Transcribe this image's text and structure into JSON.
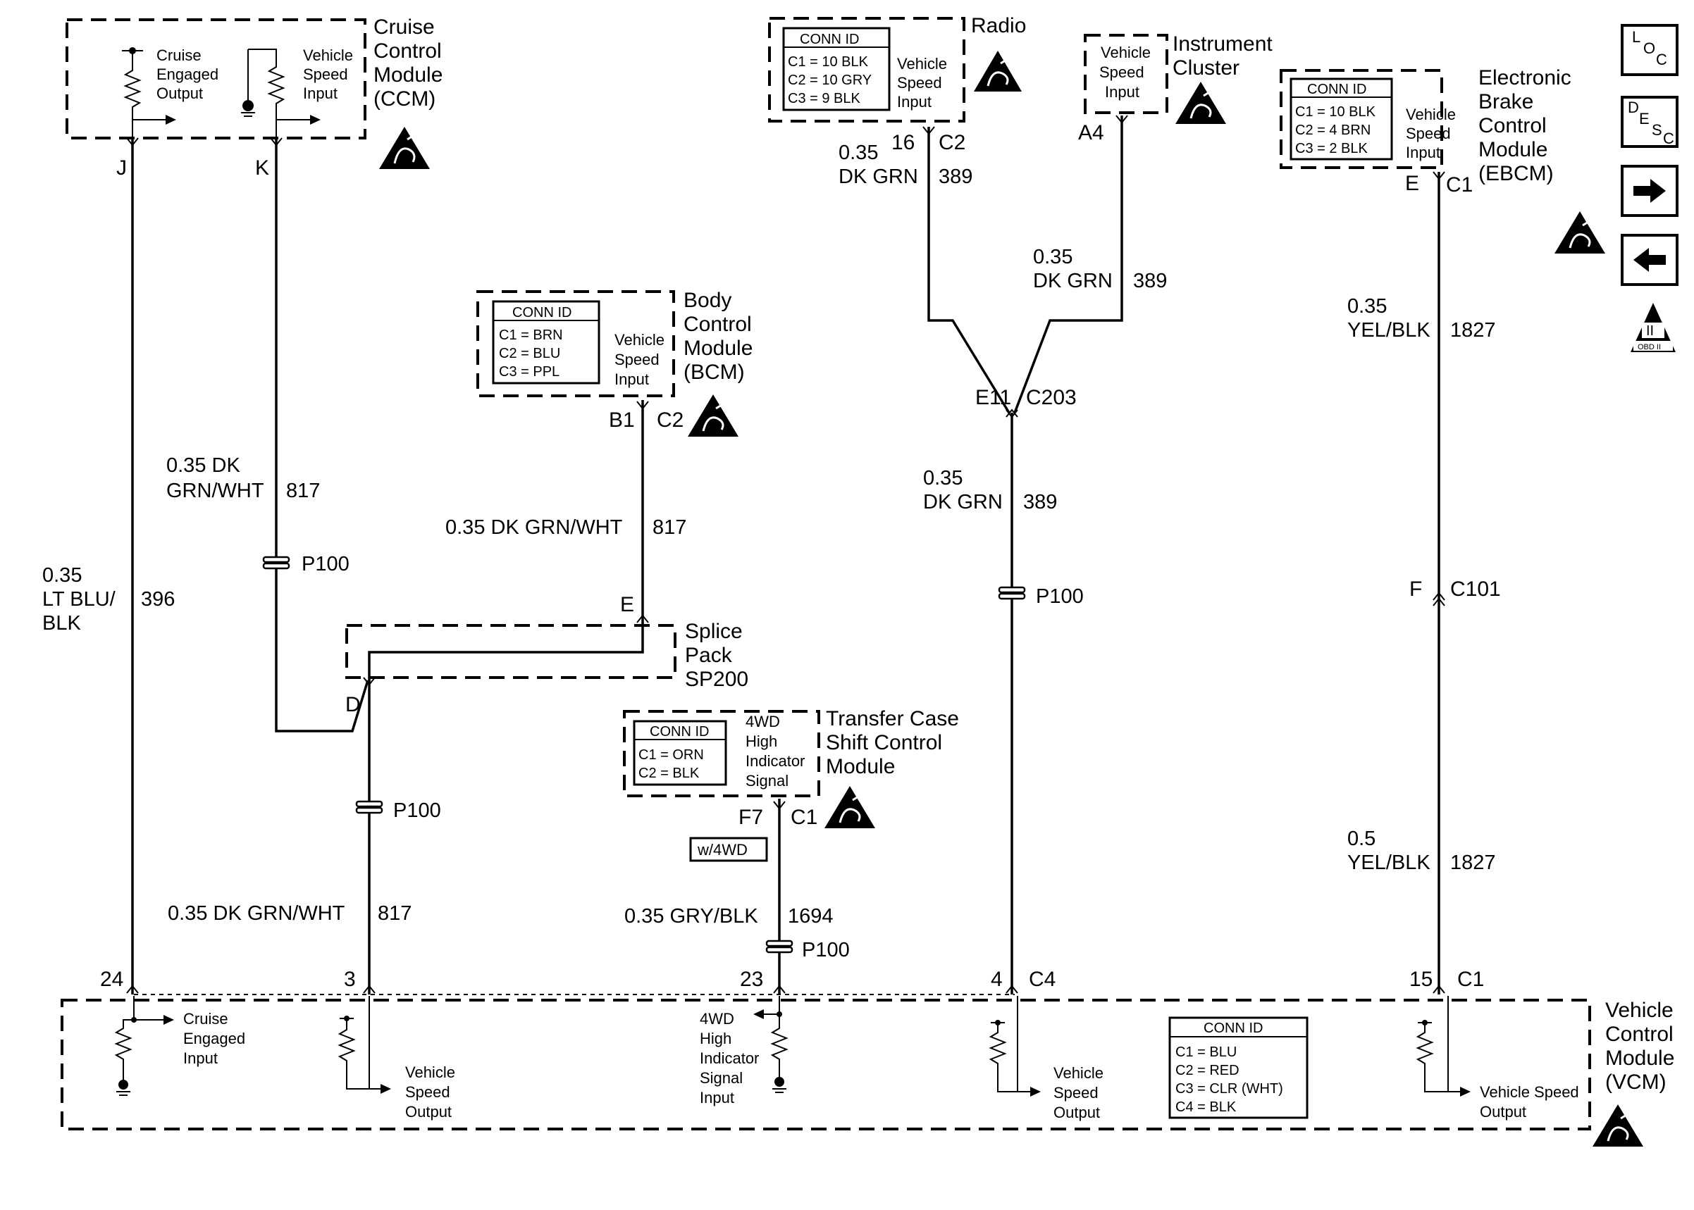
{
  "ccm": {
    "name": [
      "Cruise",
      "Control",
      "Module",
      "(CCM)"
    ],
    "output1": [
      "Cruise",
      "Engaged",
      "Output"
    ],
    "output2": [
      "Vehicle",
      "Speed",
      "Input"
    ],
    "pin_j": "J",
    "pin_k": "K"
  },
  "radio": {
    "name": "Radio",
    "conn_title": "CONN ID",
    "conn": [
      "C1 = 10 BLK",
      "C2 = 10 GRY",
      "C3 = 9 BLK"
    ],
    "input": [
      "Vehicle",
      "Speed",
      "Input"
    ],
    "pin": "16",
    "conn_label": "C2"
  },
  "ic": {
    "name": [
      "Instrument",
      "Cluster"
    ],
    "input": [
      "Vehicle",
      "Speed",
      "Input"
    ],
    "pin": "A4"
  },
  "ebcm": {
    "name": [
      "Electronic",
      "Brake",
      "Control",
      "Module",
      "(EBCM)"
    ],
    "conn_title": "CONN ID",
    "conn": [
      "C1 = 10 BLK",
      "C2 = 4 BRN",
      "C3 = 2 BLK"
    ],
    "input": [
      "Vehicle",
      "Speed",
      "Input"
    ],
    "pin": "E",
    "conn_label": "C1"
  },
  "bcm": {
    "name": [
      "Body",
      "Control",
      "Module",
      "(BCM)"
    ],
    "conn_title": "CONN ID",
    "conn": [
      "C1 = BRN",
      "C2 = BLU",
      "C3 = PPL"
    ],
    "input": [
      "Vehicle",
      "Speed",
      "Input"
    ],
    "pin": "B1",
    "conn_label": "C2"
  },
  "splice": {
    "name": [
      "Splice",
      "Pack",
      "SP200"
    ],
    "pin_e": "E",
    "pin_d": "D"
  },
  "tccm": {
    "name": [
      "Transfer Case",
      "Shift Control",
      "Module"
    ],
    "conn_title": "CONN ID",
    "conn": [
      "C1 = ORN",
      "C2 = BLK"
    ],
    "signal": [
      "4WD",
      "High",
      "Indicator",
      "Signal"
    ],
    "pin": "F7",
    "conn_label": "C1",
    "option": "w/4WD"
  },
  "vcm": {
    "name": [
      "Vehicle",
      "Control",
      "Module",
      "(VCM)"
    ],
    "conn_title": "CONN ID",
    "conn": [
      "C1 = BLU",
      "C2 = RED",
      "C3 = CLR (WHT)",
      "C4 = BLK"
    ],
    "in1": [
      "Cruise",
      "Engaged",
      "Input"
    ],
    "out1": [
      "Vehicle",
      "Speed",
      "Output"
    ],
    "in2": [
      "4WD",
      "High",
      "Indicator",
      "Signal",
      "Input"
    ],
    "out2": [
      "Vehicle",
      "Speed",
      "Output"
    ],
    "out3": [
      "Vehicle Speed",
      "Output"
    ],
    "pin24": "24",
    "pin3": "3",
    "pin23": "23",
    "pin4": "4",
    "conn4": "C4",
    "pin15": "15",
    "conn15": "C1"
  },
  "wires": {
    "w396": [
      "0.35",
      "LT BLU/",
      "BLK"
    ],
    "w396_num": "396",
    "w817a": [
      "0.35 DK",
      "GRN/WHT"
    ],
    "w817a_num": "817",
    "w817b": "0.35 DK GRN/WHT",
    "w817b_num": "817",
    "w817c": "0.35 DK GRN/WHT",
    "w817c_num": "817",
    "w389a": [
      "0.35",
      "DK GRN"
    ],
    "w389a_num": "389",
    "w389b": [
      "0.35",
      "DK GRN"
    ],
    "w389b_num": "389",
    "w389c": [
      "0.35",
      "DK GRN"
    ],
    "w389c_num": "389",
    "w1827a": [
      "0.35",
      "YEL/BLK"
    ],
    "w1827a_num": "1827",
    "w1827b": [
      "0.5",
      "YEL/BLK"
    ],
    "w1827b_num": "1827",
    "w1694": "0.35 GRY/BLK",
    "w1694_num": "1694"
  },
  "connectors": {
    "p100": "P100",
    "c203_pin": "E11",
    "c203": "C203",
    "c101_pin": "F",
    "c101": "C101"
  },
  "nav": {
    "loc": [
      "L",
      "O",
      "C"
    ],
    "desc": [
      "D",
      "E",
      "S",
      "C"
    ],
    "obd": [
      "II",
      "OBD II"
    ]
  }
}
